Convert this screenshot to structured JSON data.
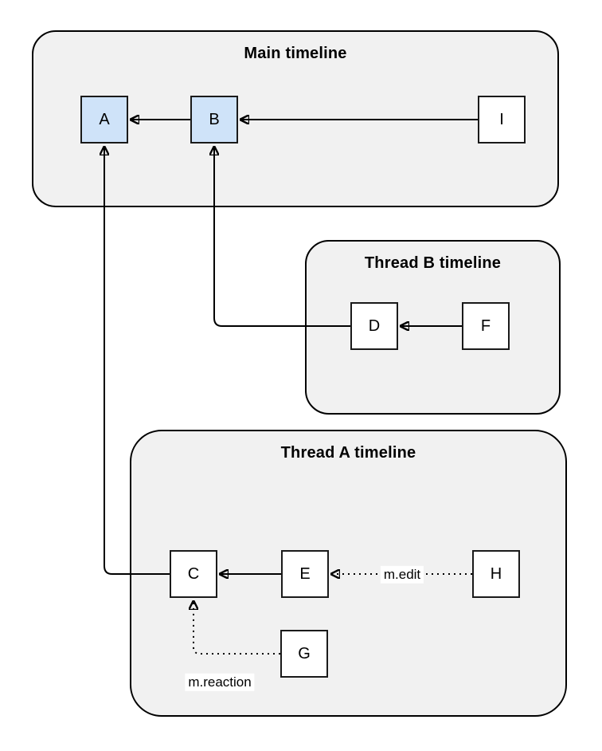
{
  "colors": {
    "canvas_bg": "#ffffff",
    "container_fill": "#f1f1f1",
    "container_stroke": "#000000",
    "node_fill_highlight": "#cfe3f9",
    "node_fill_default": "#ffffff",
    "node_stroke": "#1a1a1a",
    "edge_color": "#000000",
    "edge_label_bg": "#ffffff"
  },
  "containers": {
    "main": {
      "title": "Main timeline"
    },
    "thread_b": {
      "title": "Thread B timeline"
    },
    "thread_a": {
      "title": "Thread A timeline"
    }
  },
  "nodes": {
    "a": {
      "label": "A",
      "highlighted": true
    },
    "b": {
      "label": "B",
      "highlighted": true
    },
    "i": {
      "label": "I",
      "highlighted": false
    },
    "d": {
      "label": "D",
      "highlighted": false
    },
    "f": {
      "label": "F",
      "highlighted": false
    },
    "c": {
      "label": "C",
      "highlighted": false
    },
    "e": {
      "label": "E",
      "highlighted": false
    },
    "h": {
      "label": "H",
      "highlighted": false
    },
    "g": {
      "label": "G",
      "highlighted": false
    }
  },
  "edges": [
    {
      "from": "B",
      "to": "A",
      "style": "solid",
      "label": ""
    },
    {
      "from": "I",
      "to": "B",
      "style": "solid",
      "label": ""
    },
    {
      "from": "F",
      "to": "D",
      "style": "solid",
      "label": ""
    },
    {
      "from": "E",
      "to": "C",
      "style": "solid",
      "label": ""
    },
    {
      "from": "D",
      "to": "B",
      "style": "solid",
      "label": ""
    },
    {
      "from": "C",
      "to": "A",
      "style": "solid",
      "label": ""
    },
    {
      "from": "H",
      "to": "E",
      "style": "dotted",
      "label": "m.edit"
    },
    {
      "from": "G",
      "to": "C",
      "style": "dotted",
      "label": "m.reaction"
    }
  ]
}
